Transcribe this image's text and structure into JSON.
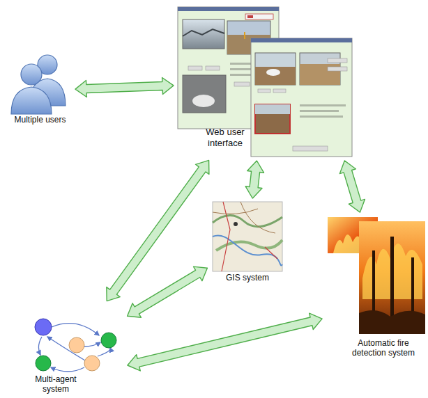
{
  "diagram": {
    "nodes": [
      {
        "text": [
          "Multiple users"
        ]
      },
      {
        "text": [
          "Web user interface"
        ]
      },
      {
        "text": [
          "GIS system"
        ]
      },
      {
        "text": [
          "Automatic fire detection system"
        ]
      },
      {
        "text": [
          "Multi-agent system"
        ]
      }
    ],
    "edges": [
      {
        "from": 0,
        "to": 1,
        "arrow": "both"
      },
      {
        "from": 1,
        "to": 4,
        "arrow": "both"
      },
      {
        "from": 1,
        "to": 2,
        "arrow": "both"
      },
      {
        "from": 1,
        "to": 3,
        "arrow": "both"
      },
      {
        "from": 4,
        "to": 2,
        "arrow": "both"
      },
      {
        "from": 4,
        "to": 3,
        "arrow": "both"
      }
    ]
  }
}
